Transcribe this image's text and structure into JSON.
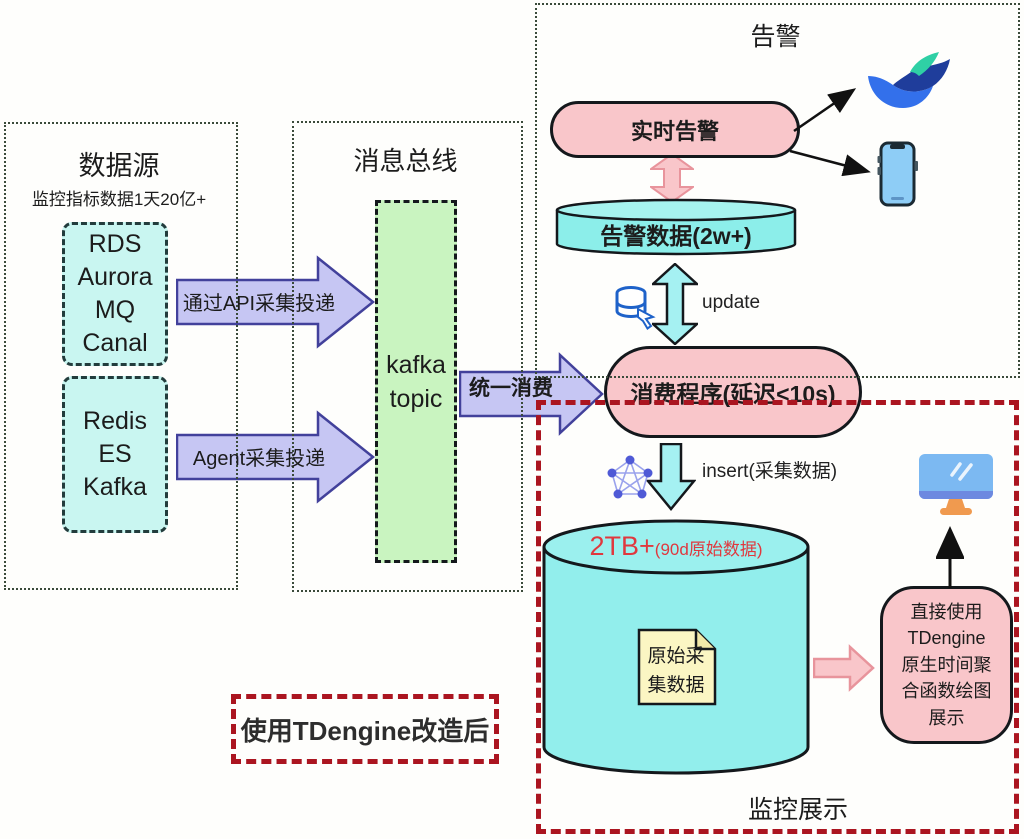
{
  "colors": {
    "pink": "#f9c6ca",
    "cyan_cylinder": "#8ceeea",
    "cyan_node": "#c9f6f1",
    "kafka_green": "#c9f4c0",
    "arrow_purple": "#c6c6f3",
    "arrow_cyan": "#a5f1f2",
    "red_dashed_border": "#ab1520",
    "dark_dotted_border": "#3a4a3a",
    "note_yellow": "#fbf6c3",
    "capacity_red_text": "#e0383e"
  },
  "datasource": {
    "title": "数据源",
    "subtitle": "监控指标数据1天20亿+",
    "box1": [
      "RDS",
      "Aurora",
      "MQ",
      "Canal"
    ],
    "box2": [
      "Redis",
      "ES",
      "Kafka"
    ]
  },
  "msgbus": {
    "title": "消息总线",
    "kafka_lines": [
      "kafka",
      "topic"
    ]
  },
  "flows": {
    "api_arrow": "通过API采集投递",
    "agent_arrow": "Agent采集投递",
    "consume_arrow": "统一消费",
    "update": "update",
    "insert": "insert(采集数据)"
  },
  "alert": {
    "title": "告警",
    "realtime": "实时告警",
    "data_cylinder": "告警数据(2w+)"
  },
  "consumer": "消费程序(延迟<10s)",
  "storage": {
    "capacity": "2TB+",
    "capacity_note": "(90d原始数据)",
    "note_lines": [
      "原始采",
      "集数据"
    ]
  },
  "tdengine": {
    "lines": [
      "直接使用",
      "TDengine",
      "原生时间聚",
      "合函数绘图",
      "展示"
    ]
  },
  "monitor_section_label": "监控展示",
  "retrofit_label": "使用TDengine改造后"
}
